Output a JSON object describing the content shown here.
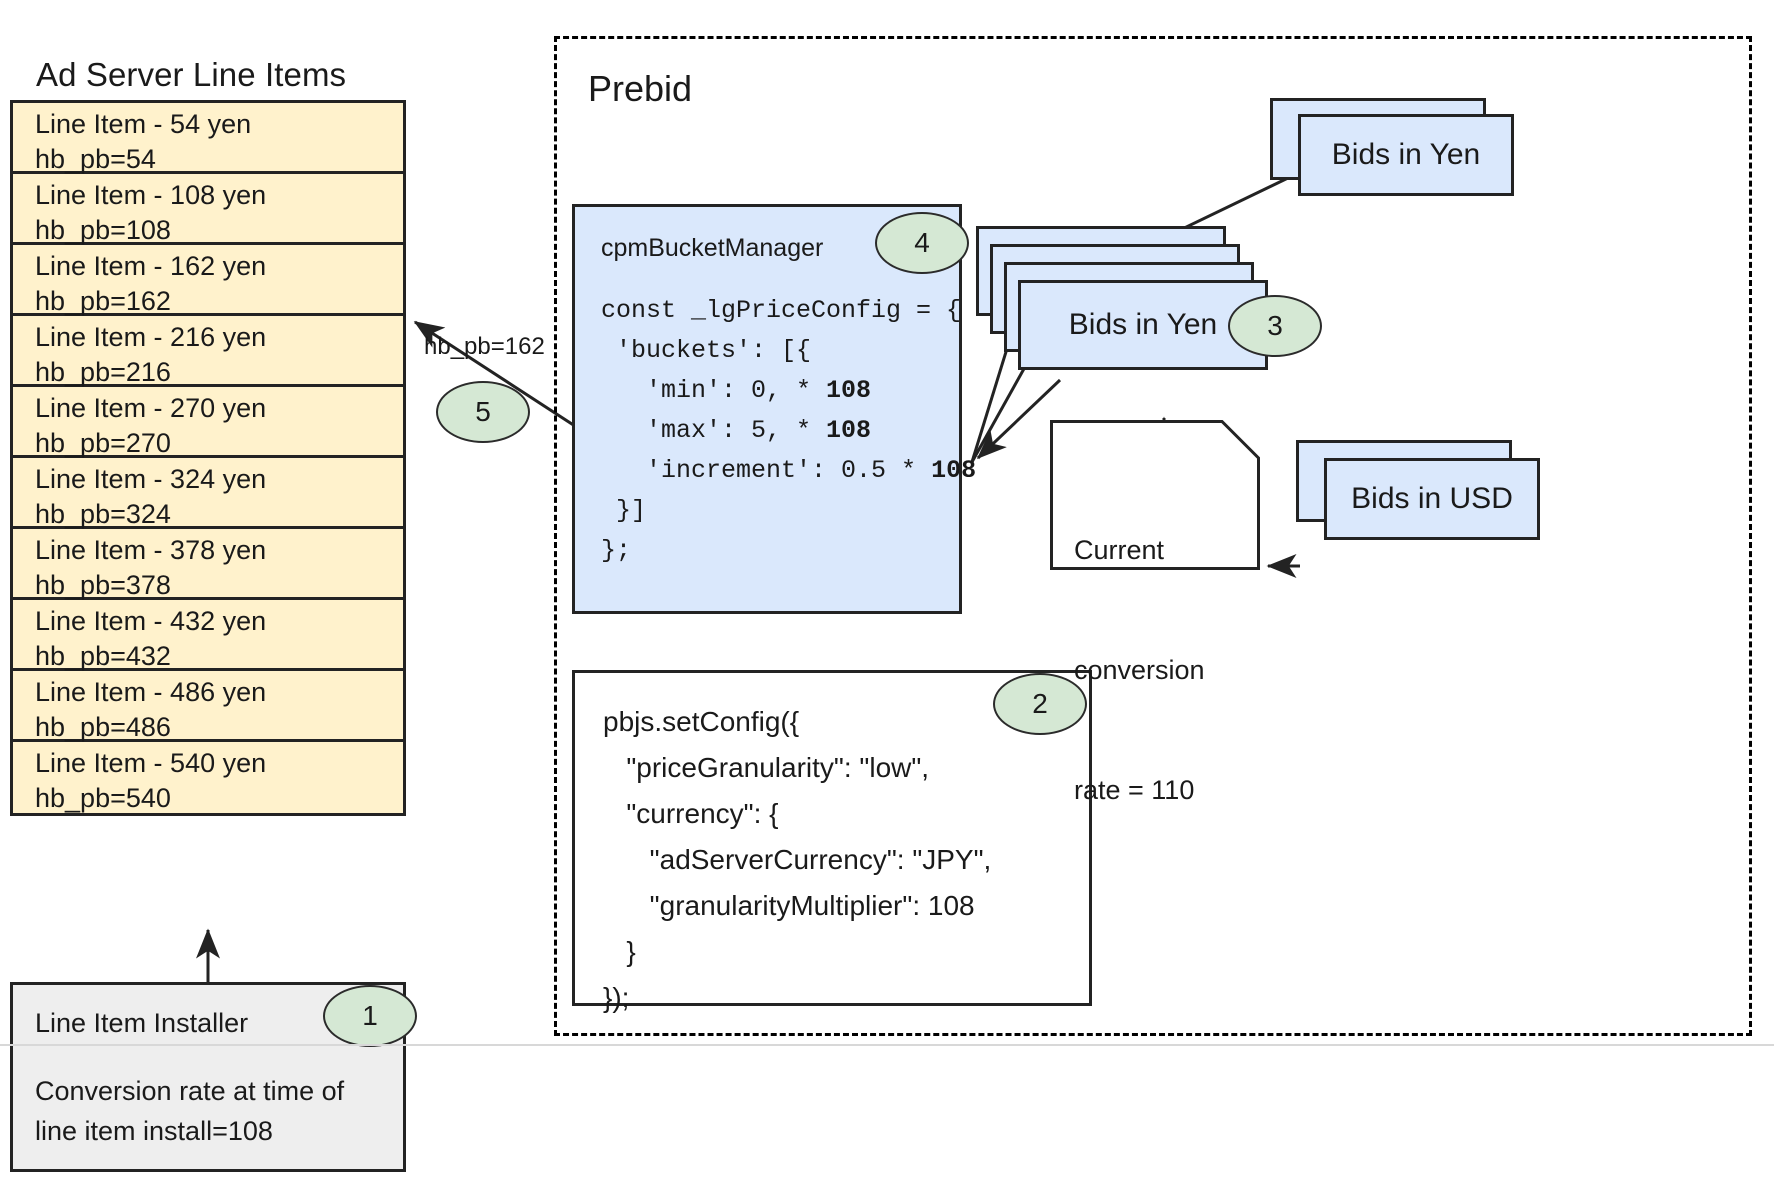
{
  "adserver": {
    "title": "Ad Server Line Items",
    "line_items": [
      {
        "name": "Line Item - 54 yen",
        "key": "hb_pb=54"
      },
      {
        "name": "Line Item - 108 yen",
        "key": "hb_pb=108"
      },
      {
        "name": "Line Item - 162 yen",
        "key": "hb_pb=162"
      },
      {
        "name": "Line Item - 216 yen",
        "key": "hb_pb=216"
      },
      {
        "name": "Line Item - 270 yen",
        "key": "hb_pb=270"
      },
      {
        "name": "Line Item - 324 yen",
        "key": "hb_pb=324"
      },
      {
        "name": "Line Item - 378 yen",
        "key": "hb_pb=378"
      },
      {
        "name": "Line Item - 432 yen",
        "key": "hb_pb=432"
      },
      {
        "name": "Line Item - 486 yen",
        "key": "hb_pb=486"
      },
      {
        "name": "Line Item - 540 yen",
        "key": "hb_pb=540"
      }
    ],
    "installer": {
      "title": "Line Item Installer",
      "note_line1": "Conversion rate at time of",
      "note_line2": "line item install=108"
    }
  },
  "prebid": {
    "title": "Prebid",
    "code_box": {
      "title": "cpmBucketManager",
      "lines": [
        {
          "text": "const _lgPriceConfig = {",
          "bold": ""
        },
        {
          "text": " 'buckets': [{",
          "bold": ""
        },
        {
          "text": "   'min': 0, * ",
          "bold": "108"
        },
        {
          "text": "   'max': 5, * ",
          "bold": "108"
        },
        {
          "text": "   'increment': 0.5 * ",
          "bold": "108"
        },
        {
          "text": " }]",
          "bold": ""
        },
        {
          "text": "};",
          "bold": ""
        }
      ]
    },
    "config_box": {
      "lines": [
        "pbjs.setConfig({",
        "   \"priceGranularity\": \"low\",",
        "   \"currency\": {",
        "      \"adServerCurrency\": \"JPY\",",
        "      \"granularityMultiplier\": 108",
        "   }",
        "});"
      ]
    },
    "bids_yen_incoming": {
      "label": "Bids in Yen",
      "cards": 2
    },
    "bids_yen_stack": {
      "label": "Bids in Yen",
      "cards": 4
    },
    "bids_usd": {
      "label": "Bids in USD",
      "cards": 2
    },
    "conversion_note": {
      "line1": "Current",
      "line2": "conversion",
      "line3": "rate = 110"
    }
  },
  "edges": {
    "hb_pb_label": "hb_pb=162"
  },
  "badges": {
    "one": "1",
    "two": "2",
    "three": "3",
    "four": "4",
    "five": "5"
  },
  "colors": {
    "line_item_fill": "#FFF2CC",
    "bid_fill": "#DAE8FC",
    "badge_fill": "#D5E8D4",
    "installer_fill": "#EEEEEE",
    "stroke": "#232323"
  }
}
